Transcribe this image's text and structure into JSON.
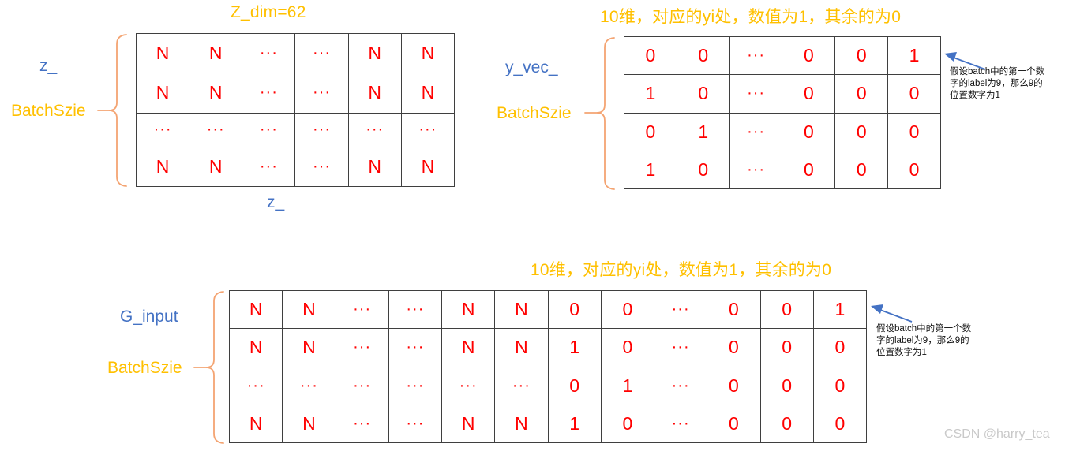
{
  "watermark": "CSDN @harry_tea",
  "colors": {
    "amber": "#FFC000",
    "blue": "#4472C4",
    "red": "#FF0000",
    "brace": "#F4A472",
    "grid_line": "#3f3f3f",
    "watermark": "#c9c9c9"
  },
  "panels": {
    "z": {
      "top_title": "Z_dim=62",
      "side_label": "z_",
      "brace_label": "BatchSzie",
      "bottom_label": "z_",
      "rows": [
        [
          "N",
          "N",
          "···",
          "···",
          "N",
          "N"
        ],
        [
          "N",
          "N",
          "···",
          "···",
          "N",
          "N"
        ],
        [
          "···",
          "···",
          "···",
          "···",
          "···",
          "···"
        ],
        [
          "N",
          "N",
          "···",
          "···",
          "N",
          "N"
        ]
      ]
    },
    "y_vec": {
      "top_title": "10维，对应的yi处，数值为1，其余的为0",
      "side_label": "y_vec_",
      "brace_label": "BatchSzie",
      "note": "假设batch中的第一个数字的label为9，那么9的位置数字为1",
      "rows": [
        [
          "0",
          "0",
          "···",
          "0",
          "0",
          "1"
        ],
        [
          "1",
          "0",
          "···",
          "0",
          "0",
          "0"
        ],
        [
          "0",
          "1",
          "···",
          "0",
          "0",
          "0"
        ],
        [
          "1",
          "0",
          "···",
          "0",
          "0",
          "0"
        ]
      ]
    },
    "g_input": {
      "top_title": "10维，对应的yi处，数值为1，其余的为0",
      "side_label": "G_input",
      "brace_label": "BatchSzie",
      "note": "假设batch中的第一个数字的label为9，那么9的位置数字为1",
      "rows": [
        [
          "N",
          "N",
          "···",
          "···",
          "N",
          "N",
          "0",
          "0",
          "···",
          "0",
          "0",
          "1"
        ],
        [
          "N",
          "N",
          "···",
          "···",
          "N",
          "N",
          "1",
          "0",
          "···",
          "0",
          "0",
          "0"
        ],
        [
          "···",
          "···",
          "···",
          "···",
          "···",
          "···",
          "0",
          "1",
          "···",
          "0",
          "0",
          "0"
        ],
        [
          "N",
          "N",
          "···",
          "···",
          "N",
          "N",
          "1",
          "0",
          "···",
          "0",
          "0",
          "0"
        ]
      ]
    }
  }
}
